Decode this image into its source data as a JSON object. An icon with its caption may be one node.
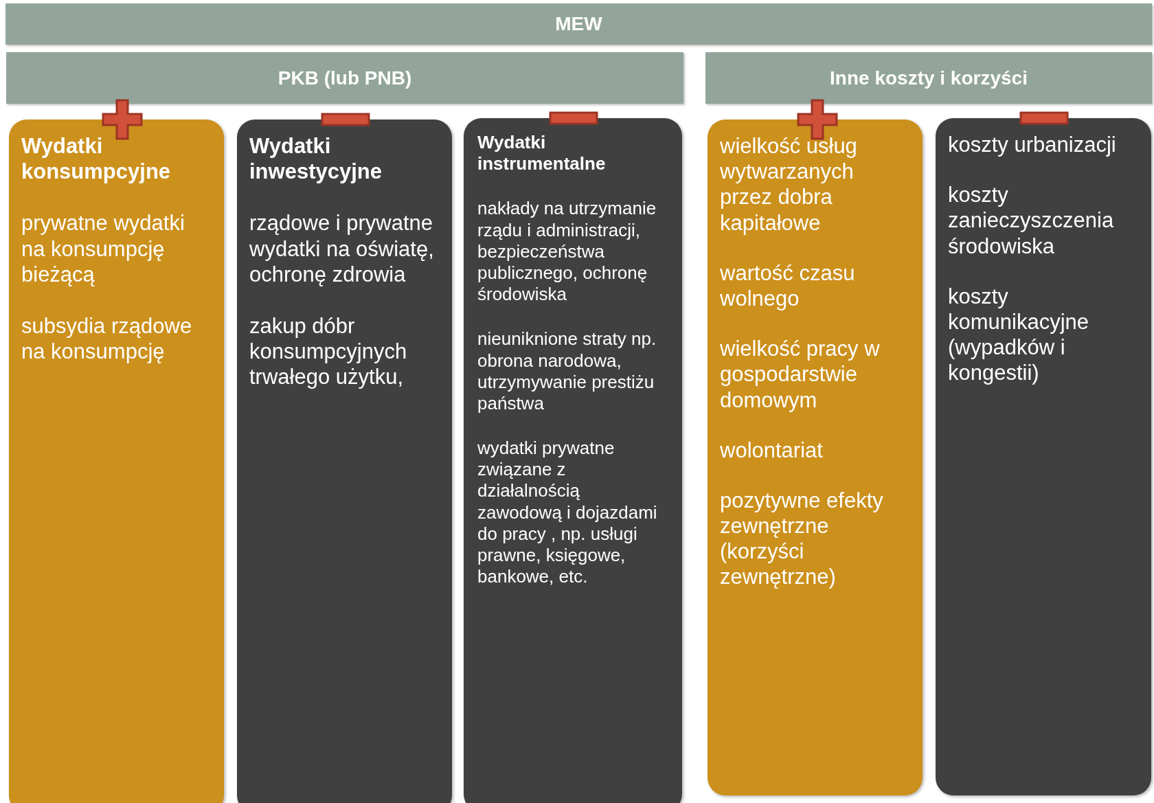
{
  "diagram": {
    "nodes": [
      {
        "text": [
          "MEW"
        ]
      },
      {
        "text": [
          "PKB (lub PNB)"
        ]
      },
      {
        "text": [
          "Inne koszty i korzyści"
        ]
      },
      {
        "text": [
          "Wydatki konsumpcyjne",
          "prywatne wydatki na konsumpcję bieżącą",
          "subsydia rządowe na konsumpcję"
        ]
      },
      {
        "text": [
          "Wydatki inwestycyjne",
          "rządowe i prywatne wydatki na oświatę, ochronę zdrowia",
          "zakup dóbr konsumpcyjnych trwałego użytku,"
        ]
      },
      {
        "text": [
          "Wydatki instrumentalne",
          "nakłady na utrzymanie rządu i administracji, bezpieczeństwa publicznego, ochronę środowiska",
          "nieuniknione straty np. obrona narodowa, utrzymywanie prestiżu państwa",
          "wydatki prywatne związane z działalnością zawodową i dojazdami do pracy , np. usługi prawne, księgowe, bankowe, etc."
        ]
      },
      {
        "text": [
          "wielkość usług wytwarzanych przez dobra kapitałowe",
          "wartość czasu wolnego",
          "wielkość pracy w gospodarstwie domowym",
          "wolontariat",
          "pozytywne efekty zewnętrzne (korzyści zewnętrzne)"
        ]
      },
      {
        "text": [
          "koszty urbanizacji",
          "koszty zanieczyszczenia środowiska",
          "koszty komunikacyjne (wypadków i kongestii)"
        ]
      }
    ]
  }
}
